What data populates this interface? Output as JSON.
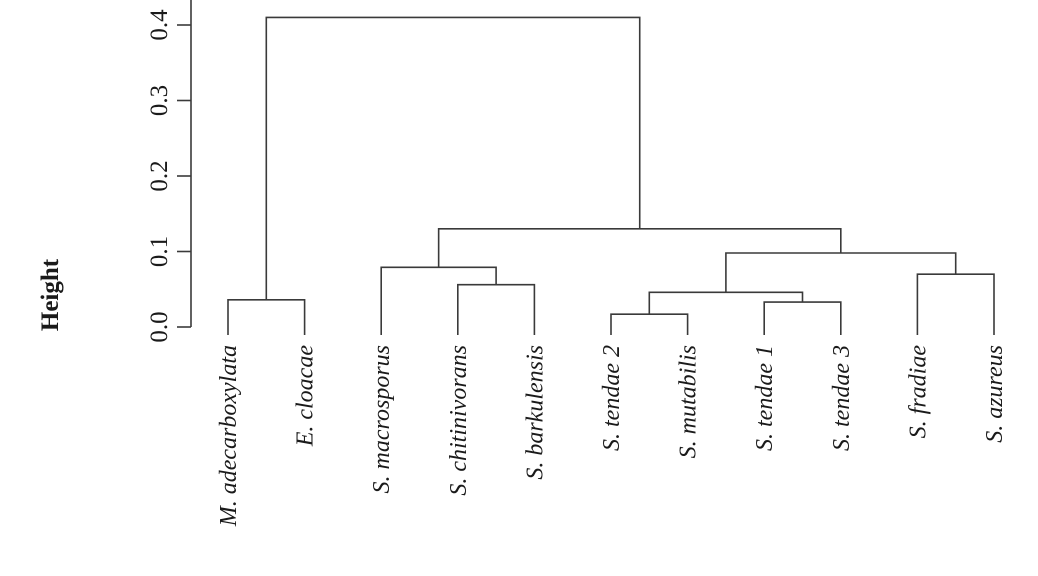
{
  "chart_data": {
    "type": "dendrogram",
    "ylabel": "Height",
    "yticks": [
      "0.0",
      "0.1",
      "0.2",
      "0.3",
      "0.4"
    ],
    "ylim": [
      0,
      0.42
    ],
    "leaves": [
      "M. adecarboxylata",
      "E. cloacae",
      "S. macrosporus",
      "S. chitinivorans",
      "S. barkulensis",
      "S. tendae 2",
      "S. mutabilis",
      "S. tendae 1",
      "S. tendae 3",
      "S. fradiae",
      "S. azureus"
    ],
    "merges": [
      {
        "left": "leaf:0",
        "right": "leaf:1",
        "height": 0.036
      },
      {
        "left": "leaf:3",
        "right": "leaf:4",
        "height": 0.056
      },
      {
        "left": "leaf:2",
        "right": "node:1",
        "height": 0.079
      },
      {
        "left": "leaf:5",
        "right": "leaf:6",
        "height": 0.017
      },
      {
        "left": "leaf:7",
        "right": "leaf:8",
        "height": 0.033
      },
      {
        "left": "node:3",
        "right": "node:4",
        "height": 0.046
      },
      {
        "left": "leaf:9",
        "right": "leaf:10",
        "height": 0.07
      },
      {
        "left": "node:5",
        "right": "node:6",
        "height": 0.098
      },
      {
        "left": "node:2",
        "right": "node:7",
        "height": 0.13
      },
      {
        "left": "node:0",
        "right": "node:8",
        "height": 0.41
      }
    ]
  }
}
